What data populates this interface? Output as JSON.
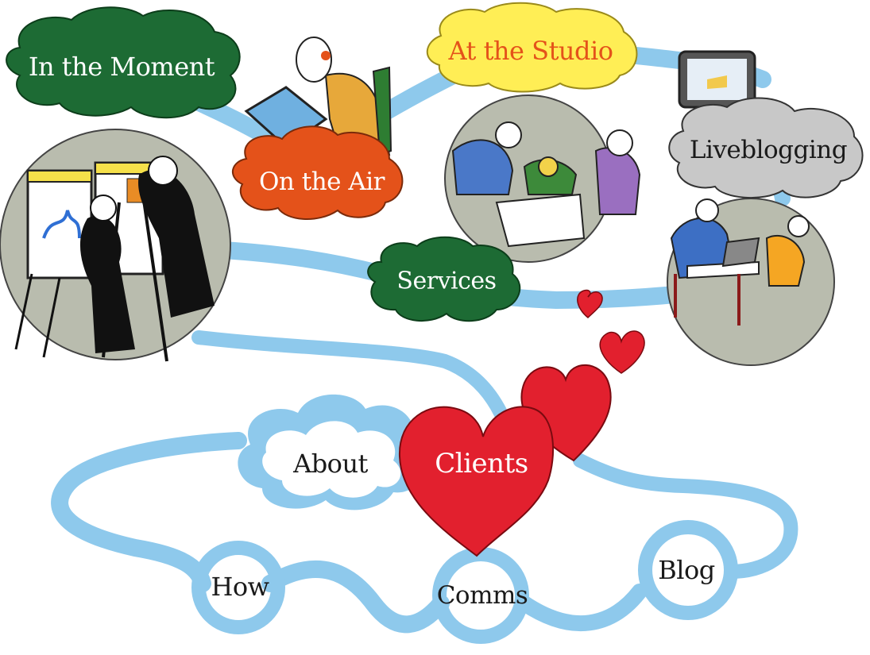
{
  "nav": {
    "in_the_moment": "In the Moment",
    "on_the_air": "On the Air",
    "at_the_studio": "At the Studio",
    "liveblogging": "Liveblogging",
    "services": "Services",
    "clients": "Clients",
    "about": "About",
    "how": "How",
    "comms": "Comms",
    "blog": "Blog"
  },
  "colors": {
    "path_blue": "#8ec9ec",
    "green_cloud": "#1d6b34",
    "orange_cloud": "#e4521a",
    "yellow_cloud": "#ffee55",
    "grey_cloud": "#c8c8c8",
    "heart_red": "#e2202e",
    "vignette": "#b9bcae"
  },
  "icons": [
    "cloud-shape",
    "heart-shape",
    "sketch-illustration"
  ]
}
